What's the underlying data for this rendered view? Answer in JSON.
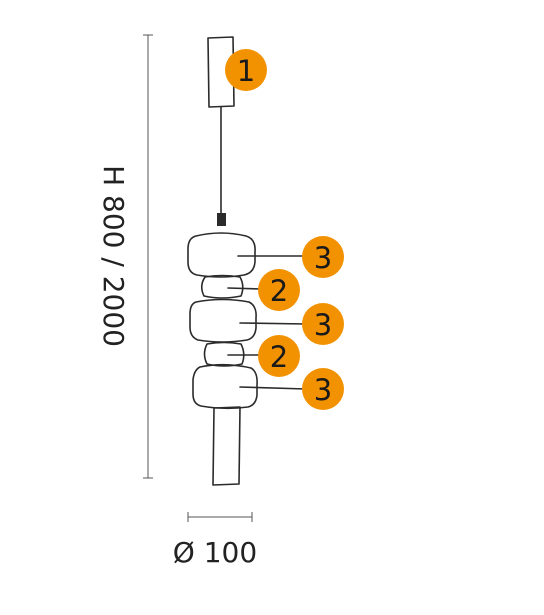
{
  "dimensions": {
    "height_label": "H 800 / 2000",
    "diameter_label": "Ø 100"
  },
  "callouts": [
    {
      "label": "1"
    },
    {
      "label": "3"
    },
    {
      "label": "2"
    },
    {
      "label": "3"
    },
    {
      "label": "2"
    },
    {
      "label": "3"
    }
  ],
  "colors": {
    "badge": "#F39200",
    "line": "#2b2b2b"
  }
}
